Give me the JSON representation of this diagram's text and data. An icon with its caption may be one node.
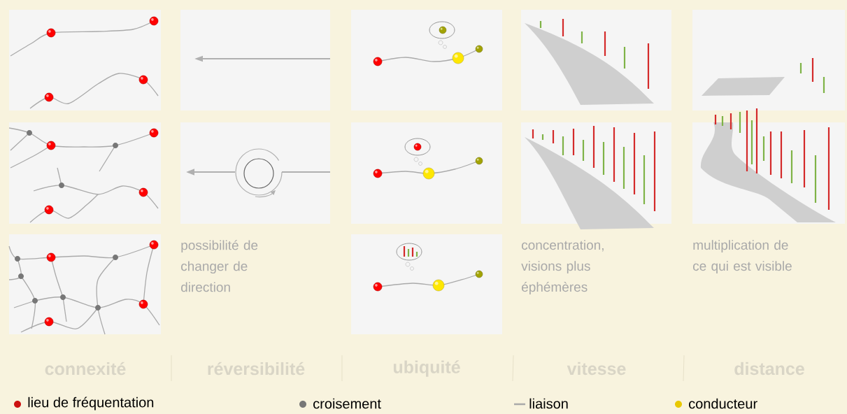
{
  "diagram": {
    "labels": [
      "possibilité de changer de direction",
      "concentration, visions plus éphémères",
      "multiplication de ce qui est visible",
      "connexité",
      "réversibilité",
      "ubiquité",
      "vitesse",
      "distance"
    ],
    "legend": [
      {
        "text": "lieu de fréquentation",
        "color": "#cc1111"
      },
      {
        "text": "croisement",
        "color": "#777777"
      },
      {
        "text": "liaison"
      },
      {
        "text": "conducteur",
        "color": "#e8c800"
      }
    ]
  }
}
